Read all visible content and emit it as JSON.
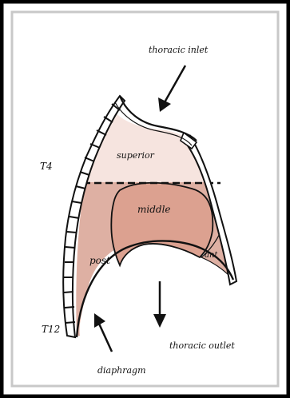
{
  "labels": {
    "inlet": "thoracic inlet",
    "outlet": "thoracic outlet",
    "superior": "superior",
    "middle": "middle",
    "posterior": "post",
    "anterior": "ant",
    "vertebra_top": "T4",
    "vertebra_bottom": "T12",
    "diaphragm": "diaphragm"
  },
  "colors": {
    "frame_outer": "#000000",
    "frame_inner": "#d9d9d9",
    "superior_fill": "#f6e4df",
    "posterior_fill": "#deb0a3",
    "middle_fill": "#dca190",
    "outline": "#111111"
  }
}
